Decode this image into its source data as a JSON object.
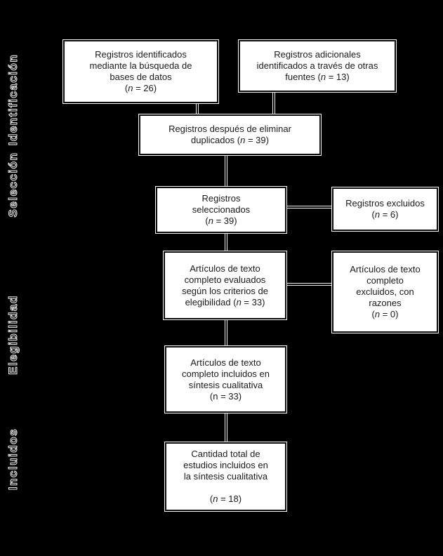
{
  "diagram": {
    "type": "prisma-flowchart",
    "language": "es",
    "stage_labels": [
      {
        "id": "identificacion",
        "text": "Identificación"
      },
      {
        "id": "seleccion",
        "text": "Selección"
      },
      {
        "id": "elegibilidad",
        "text": "Elegibilidad"
      },
      {
        "id": "incluidos",
        "text": "Incluidos"
      }
    ],
    "boxes": [
      {
        "id": "registros-bases-datos",
        "lines": [
          "Registros identificados",
          "mediante la búsqueda de",
          "bases de datos",
          "(n = 26)"
        ],
        "n": 26,
        "italic_n": true
      },
      {
        "id": "registros-otras-fuentes",
        "lines": [
          "Registros adicionales",
          "identificados a través de otras",
          "fuentes (n = 13)"
        ],
        "n": 13,
        "italic_n": true
      },
      {
        "id": "registros-sin-duplicados",
        "lines": [
          "Registros después de eliminar",
          "duplicados (n = 39)"
        ],
        "n": 39,
        "italic_n": true
      },
      {
        "id": "registros-seleccionados",
        "lines": [
          "Registros",
          "seleccionados",
          "(n = 39)"
        ],
        "n": 39,
        "italic_n": true
      },
      {
        "id": "registros-excluidos",
        "lines": [
          "Registros excluidos",
          "(n = 6)"
        ],
        "n": 6,
        "italic_n": true
      },
      {
        "id": "articulos-evaluados",
        "lines": [
          "Artículos de texto",
          "completo evaluados",
          "según los criterios de",
          "elegibilidad (n = 33)"
        ],
        "n": 33,
        "italic_n": true
      },
      {
        "id": "articulos-excluidos-razones",
        "lines": [
          "Artículos de texto",
          "completo",
          "excluidos, con",
          "razones",
          "(n = 0)"
        ],
        "n": 0,
        "italic_n": true
      },
      {
        "id": "articulos-sintesis-cualitativa",
        "lines": [
          "Artículos de texto",
          "completo incluidos en",
          "síntesis cualitativa",
          "(n = 33)"
        ],
        "n": 33,
        "italic_n": false
      },
      {
        "id": "total-estudios-incluidos",
        "lines": [
          "Cantidad total de",
          "estudios incluidos en",
          "la síntesis cualitativa",
          "",
          "(n = 18)"
        ],
        "n": 18,
        "italic_n": true
      }
    ]
  },
  "colors": {
    "background": "#000000",
    "box_fill": "#ffffff",
    "box_border": "#0a0a0a",
    "box_halo": "#fafafa",
    "connector_halo": "#f2f2f2",
    "text": "#1a1a1a",
    "stage_label_outline": "#ececec"
  }
}
